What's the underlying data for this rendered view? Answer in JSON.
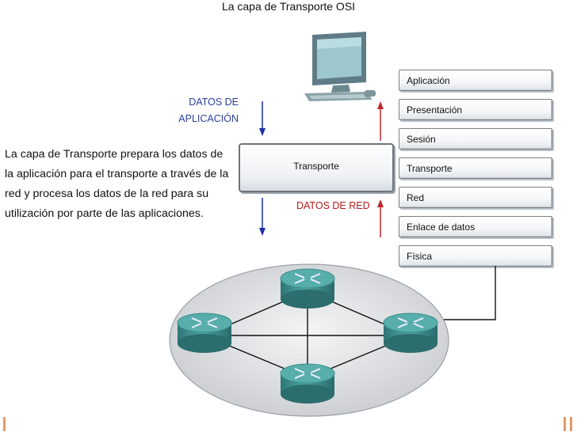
{
  "title": "La capa de Transporte OSI",
  "description": "La capa de Transporte prepara los datos de la aplicación para el transporte a través de la red y procesa los datos de la red para su utilización por parte de las aplicaciones.",
  "labels": {
    "app_data_line1": "DATOS DE",
    "app_data_line2": "APLICACIÓN",
    "network_data": "DATOS DE RED",
    "transport_box": "Transporte"
  },
  "osi_layers": [
    "Aplicación",
    "Presentación",
    "Sesión",
    "Transporte",
    "Red",
    "Enlace de datos",
    "Física"
  ],
  "colors": {
    "down_arrow": "#1b2ea8",
    "up_arrow": "#c0272d",
    "router": "#3f8f8e"
  },
  "icons": [
    "computer-icon",
    "router-icon"
  ]
}
